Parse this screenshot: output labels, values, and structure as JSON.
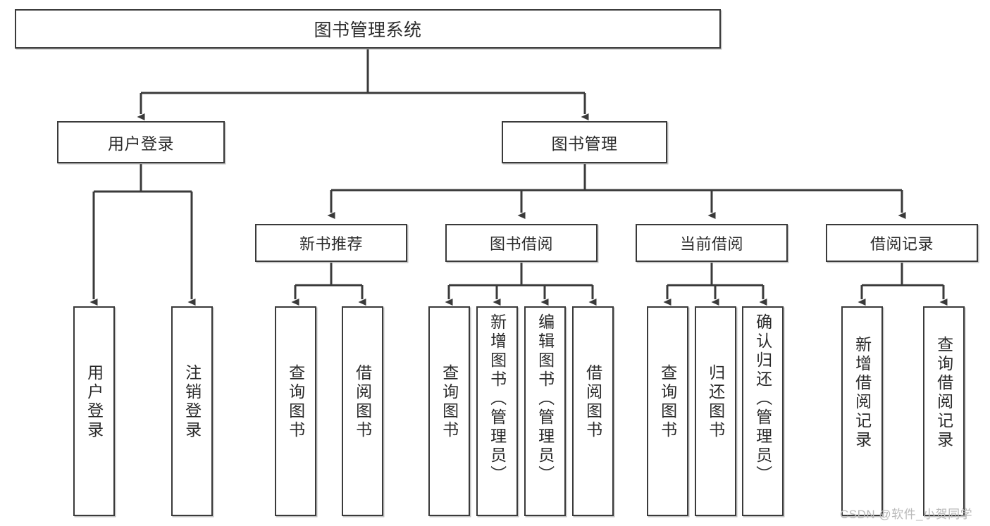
{
  "diagram": {
    "type": "tree-hierarchy-chart",
    "title": "图书管理系统",
    "levels": 4,
    "nodes": {
      "root": {
        "label": "图书管理系统"
      },
      "user_login": {
        "label": "用户登录"
      },
      "book_mgmt": {
        "label": "图书管理"
      },
      "new_book_rec": {
        "label": "新书推荐"
      },
      "book_borrow": {
        "label": "图书借阅"
      },
      "current_borrow": {
        "label": "当前借阅"
      },
      "borrow_record": {
        "label": "借阅记录"
      },
      "leaf_user_login": {
        "label": "用户登录"
      },
      "leaf_logout": {
        "label": "注销登录"
      },
      "leaf_query_book_1": {
        "label": "查询图书"
      },
      "leaf_borrow_book_1": {
        "label": "借阅图书"
      },
      "leaf_query_book_2": {
        "label": "查询图书"
      },
      "leaf_add_book": {
        "label": "新增图书（管理员）"
      },
      "leaf_edit_book": {
        "label": "编辑图书（管理员）"
      },
      "leaf_borrow_book_2": {
        "label": "借阅图书"
      },
      "leaf_query_book_3": {
        "label": "查询图书"
      },
      "leaf_return_book": {
        "label": "归还图书"
      },
      "leaf_confirm_return": {
        "label": "确认归还（管理员）"
      },
      "leaf_add_record": {
        "label": "新增借阅记录"
      },
      "leaf_query_record": {
        "label": "查询借阅记录"
      }
    },
    "edges": [
      {
        "from": "root",
        "to": "user_login"
      },
      {
        "from": "root",
        "to": "book_mgmt"
      },
      {
        "from": "user_login",
        "to": "leaf_user_login"
      },
      {
        "from": "user_login",
        "to": "leaf_logout"
      },
      {
        "from": "book_mgmt",
        "to": "new_book_rec"
      },
      {
        "from": "book_mgmt",
        "to": "book_borrow"
      },
      {
        "from": "book_mgmt",
        "to": "current_borrow"
      },
      {
        "from": "book_mgmt",
        "to": "borrow_record"
      },
      {
        "from": "new_book_rec",
        "to": "leaf_query_book_1"
      },
      {
        "from": "new_book_rec",
        "to": "leaf_borrow_book_1"
      },
      {
        "from": "book_borrow",
        "to": "leaf_query_book_2"
      },
      {
        "from": "book_borrow",
        "to": "leaf_add_book"
      },
      {
        "from": "book_borrow",
        "to": "leaf_edit_book"
      },
      {
        "from": "book_borrow",
        "to": "leaf_borrow_book_2"
      },
      {
        "from": "current_borrow",
        "to": "leaf_query_book_3"
      },
      {
        "from": "current_borrow",
        "to": "leaf_return_book"
      },
      {
        "from": "current_borrow",
        "to": "leaf_confirm_return"
      },
      {
        "from": "borrow_record",
        "to": "leaf_add_record"
      },
      {
        "from": "borrow_record",
        "to": "leaf_query_record"
      }
    ],
    "colors": {
      "stroke": "#3a3a3a",
      "fill": "#ffffff",
      "text": "#2b2b2b",
      "watermark": "#b9b9b9"
    }
  },
  "watermark": {
    "text": "CSDN @软件_小贺同学"
  }
}
